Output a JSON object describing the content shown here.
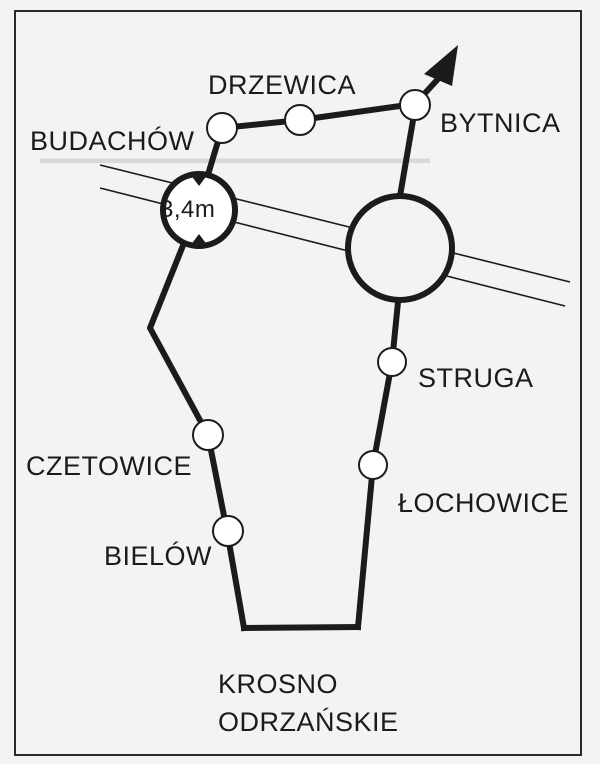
{
  "places": {
    "drzewica": "DRZEWICA",
    "budachow": "BUDACHÓW",
    "bytnica": "BYTNICA",
    "struga": "STRUGA",
    "czetowice": "CZETOWICE",
    "lochowice": "ŁOCHOWICE",
    "bielow": "BIELÓW",
    "krosno_line1": "KROSNO",
    "krosno_line2": "ODRZAŃSKIE"
  },
  "restriction": {
    "clearance": "3,4m"
  },
  "colors": {
    "ink": "#1b1b1b",
    "paper": "#f3f3f1",
    "node_fill": "#ffffff"
  }
}
